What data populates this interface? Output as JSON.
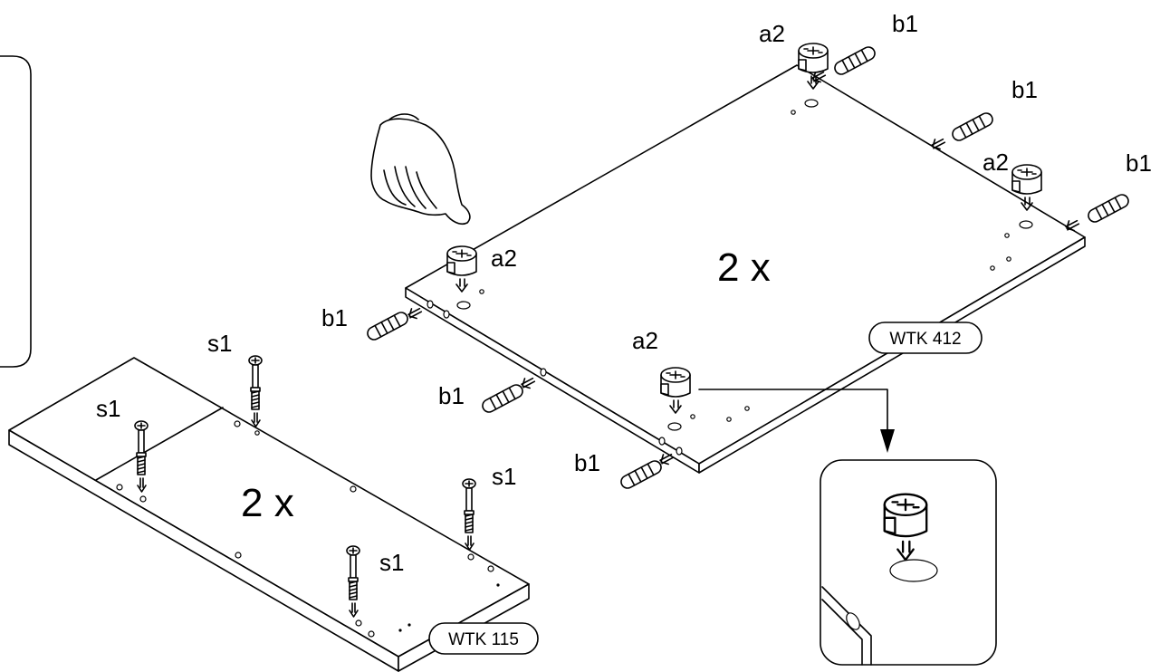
{
  "labels": {
    "cam": "a2",
    "dowel": "b1",
    "bolt": "s1"
  },
  "panels": {
    "top": {
      "quantity": "2 x",
      "code": "WTK 412"
    },
    "bottom": {
      "quantity": "2 x",
      "code": "WTK 115"
    }
  },
  "colors": {
    "line": "#000000",
    "background": "#ffffff"
  },
  "icons": [
    "hand-icon",
    "cam-lock-icon",
    "dowel-icon",
    "cam-bolt-icon",
    "arrow-icon",
    "detail-magnifier-icon"
  ]
}
